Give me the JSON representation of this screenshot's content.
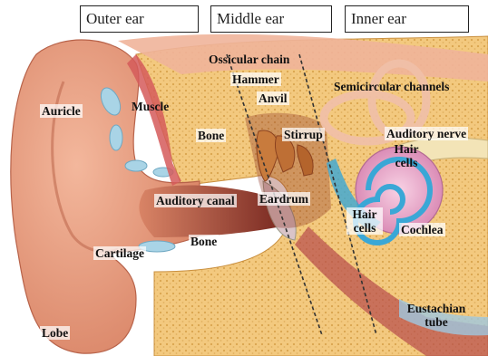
{
  "sections": {
    "outer": "Outer ear",
    "middle": "Middle ear",
    "inner": "Inner ear"
  },
  "labels": {
    "ossicular_chain": "Ossicular chain",
    "hammer": "Hammer",
    "anvil": "Anvil",
    "semicircular": "Semicircular channels",
    "auricle": "Auricle",
    "muscle": "Muscle",
    "bone_upper": "Bone",
    "stirrup": "Stirrup",
    "auditory_nerve": "Auditory nerve",
    "hair_cells_upper": "Hair cells",
    "auditory_canal": "Auditory canal",
    "eardrum": "Eardrum",
    "hair_cells_lower": "Hair cells",
    "cochlea": "Cochlea",
    "bone_lower": "Bone",
    "cartilage": "Cartilage",
    "eustachian_tube": "Eustachian tube",
    "lobe": "Lobe"
  },
  "colors": {
    "skin": "#eba58a",
    "skin_dark": "#cf7a5e",
    "bone": "#f2c77c",
    "cartilage": "#a9d4e6",
    "muscle": "#d55a5a",
    "cochlea": "#e9a3c6",
    "canal": "#6d2420"
  }
}
